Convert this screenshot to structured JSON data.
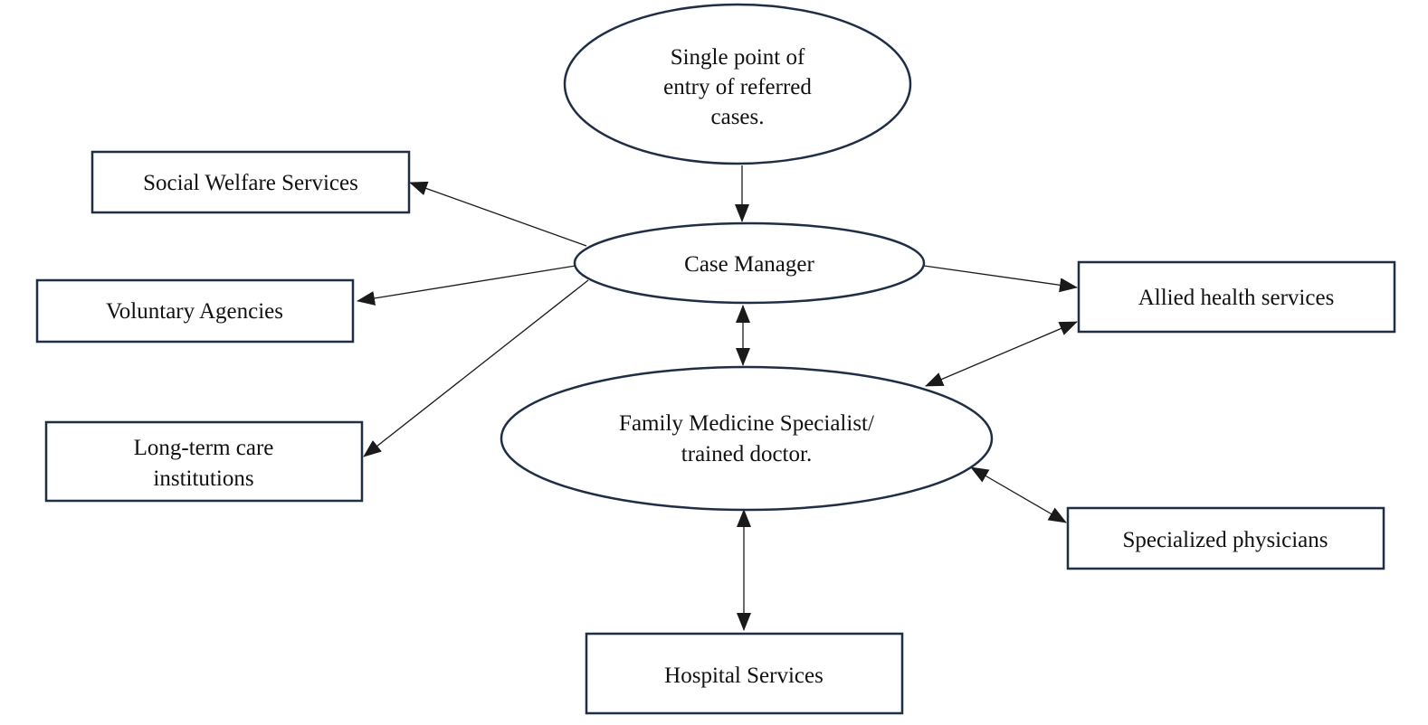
{
  "colors": {
    "node_border": "#1f2d45",
    "connector": "#1a1a1a",
    "text": "#111111",
    "background": "#ffffff"
  },
  "nodes": {
    "entry": {
      "lines": [
        "Single point of",
        "entry of referred",
        "cases."
      ]
    },
    "case_manager": {
      "lines": [
        "Case Manager"
      ]
    },
    "family_medicine": {
      "lines": [
        "Family Medicine Specialist/",
        "trained doctor."
      ]
    },
    "social_welfare": {
      "lines": [
        "Social Welfare Services"
      ]
    },
    "voluntary": {
      "lines": [
        "Voluntary Agencies"
      ]
    },
    "long_term": {
      "lines": [
        "Long-term care",
        "institutions"
      ]
    },
    "allied_health": {
      "lines": [
        "Allied health services"
      ]
    },
    "specialized": {
      "lines": [
        "Specialized physicians"
      ]
    },
    "hospital": {
      "lines": [
        "Hospital Services"
      ]
    }
  },
  "edges": [
    {
      "from": "entry",
      "to": "case_manager",
      "direction": "forward"
    },
    {
      "from": "case_manager",
      "to": "social_welfare",
      "direction": "forward"
    },
    {
      "from": "case_manager",
      "to": "voluntary",
      "direction": "forward"
    },
    {
      "from": "case_manager",
      "to": "long_term",
      "direction": "forward"
    },
    {
      "from": "case_manager",
      "to": "allied_health",
      "direction": "forward"
    },
    {
      "from": "case_manager",
      "to": "family_medicine",
      "direction": "both"
    },
    {
      "from": "allied_health",
      "to": "family_medicine",
      "direction": "both"
    },
    {
      "from": "family_medicine",
      "to": "specialized",
      "direction": "both"
    },
    {
      "from": "family_medicine",
      "to": "hospital",
      "direction": "both"
    }
  ]
}
